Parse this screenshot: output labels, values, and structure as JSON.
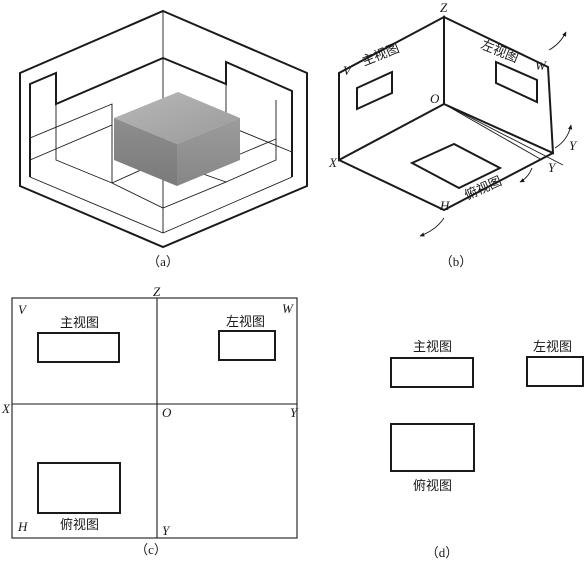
{
  "panels": {
    "a": {
      "caption": "（a）"
    },
    "b": {
      "caption": "（b）",
      "axis_z": "Z",
      "axis_x": "X",
      "axis_y_right": "Y",
      "axis_y_bottom": "Y",
      "origin": "O",
      "plane_v": "V",
      "plane_w": "W",
      "plane_h": "H",
      "front_view": "主视图",
      "left_view": "左视图",
      "top_view": "俯视图"
    },
    "c": {
      "caption": "（c）",
      "axis_z": "Z",
      "axis_x": "X",
      "axis_y_right": "Y",
      "axis_y_bottom": "Y",
      "origin": "O",
      "plane_v": "V",
      "plane_w": "W",
      "plane_h": "H",
      "front_view": "主视图",
      "left_view": "左视图",
      "top_view": "俯视图"
    },
    "d": {
      "caption": "（d）",
      "front_view": "主视图",
      "left_view": "左视图",
      "top_view": "俯视图"
    }
  }
}
